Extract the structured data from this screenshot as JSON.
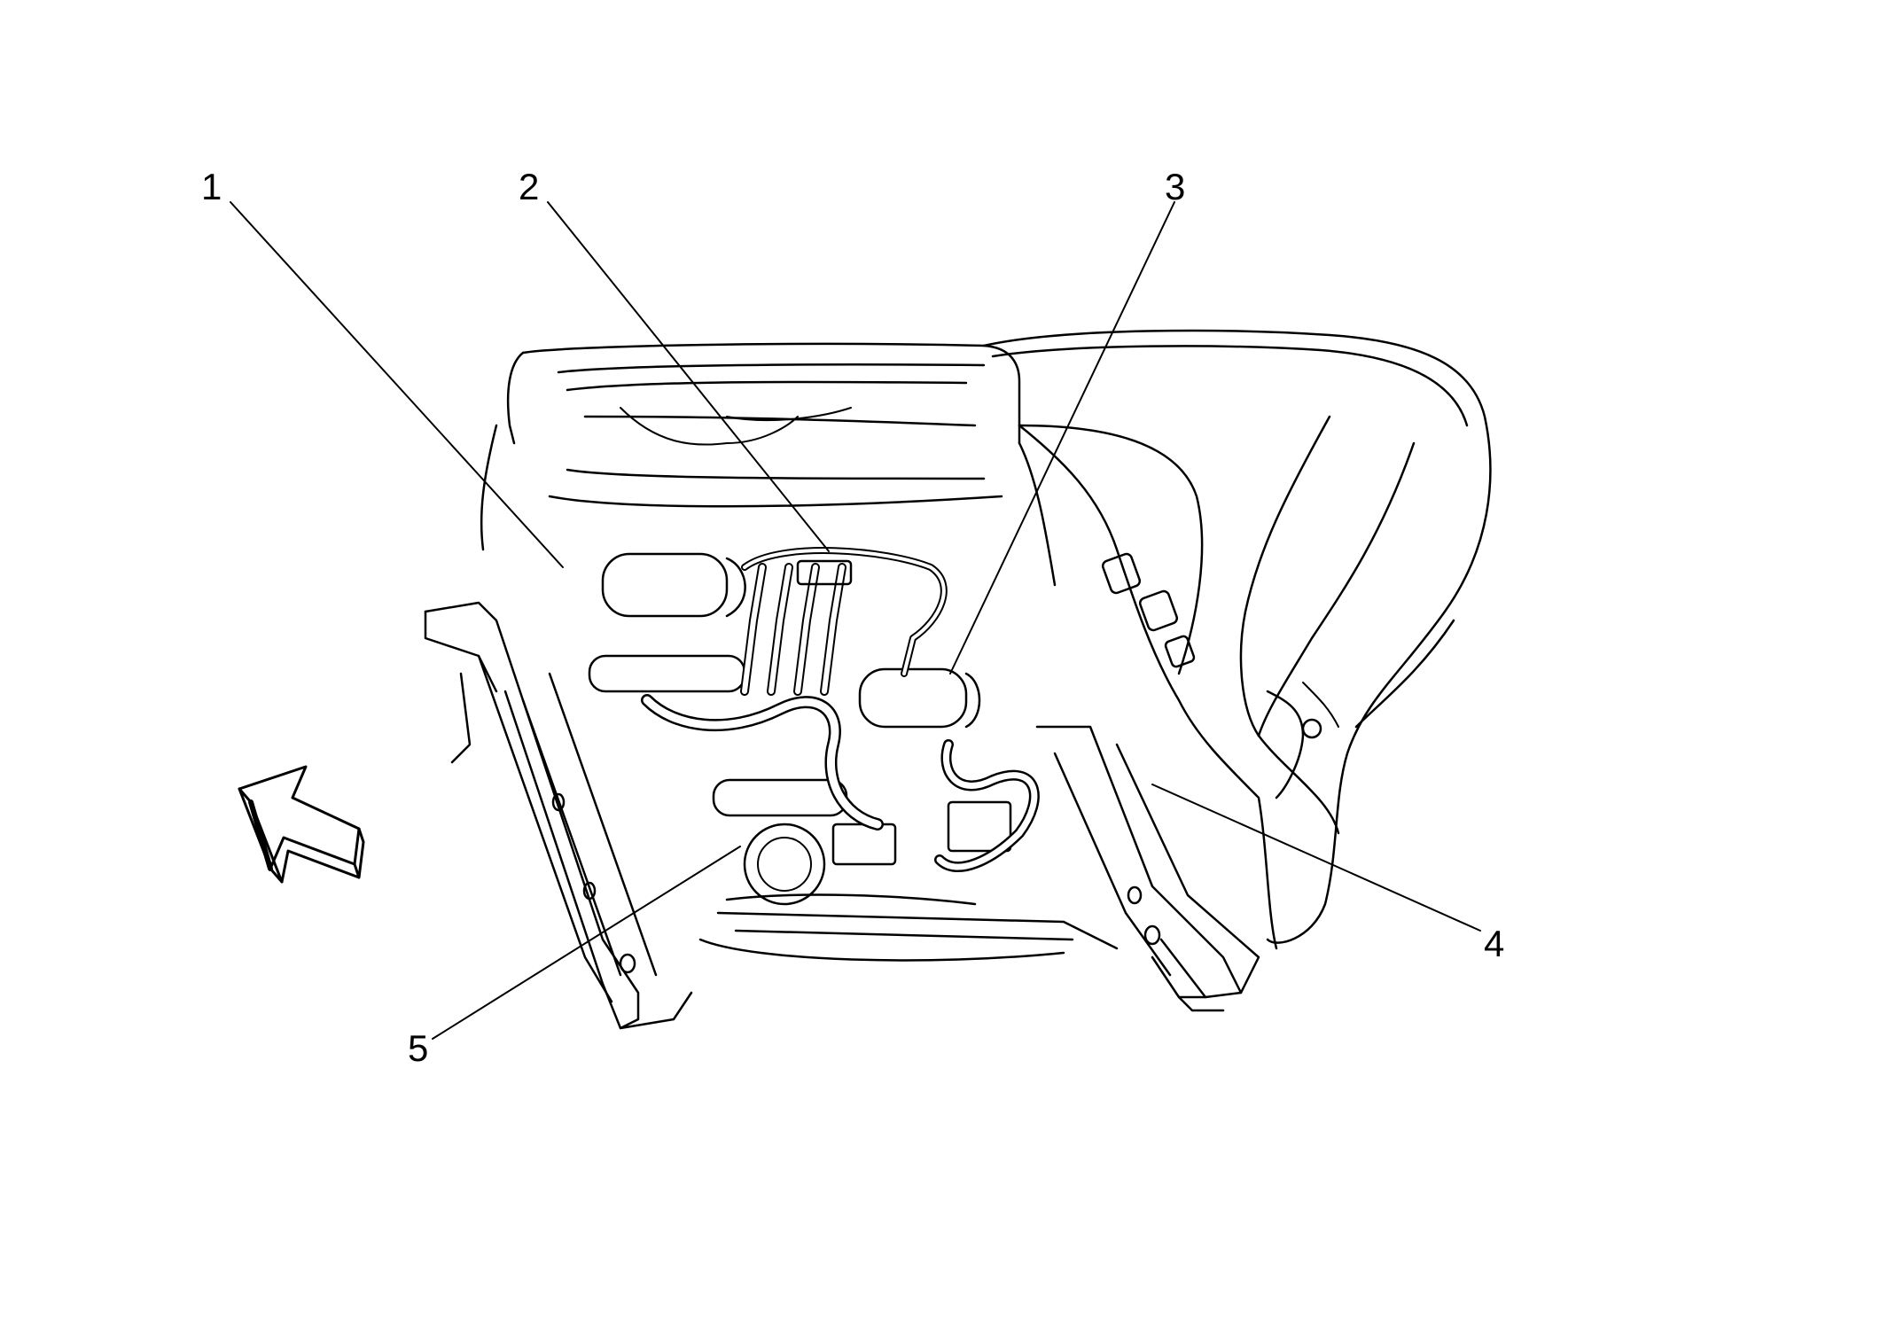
{
  "callouts": [
    {
      "label": "1",
      "target": "seat-track-motor-left"
    },
    {
      "label": "2",
      "target": "wiring-harness-connector"
    },
    {
      "label": "3",
      "target": "seat-adjuster-motor"
    },
    {
      "label": "4",
      "target": "seat-track-bolt-right"
    },
    {
      "label": "5",
      "target": "lumbar-pump-motor"
    }
  ],
  "colors": {
    "ink": "#000000",
    "paper": "#ffffff"
  },
  "icons": {
    "direction_arrow": "front-of-vehicle-arrow-icon"
  }
}
